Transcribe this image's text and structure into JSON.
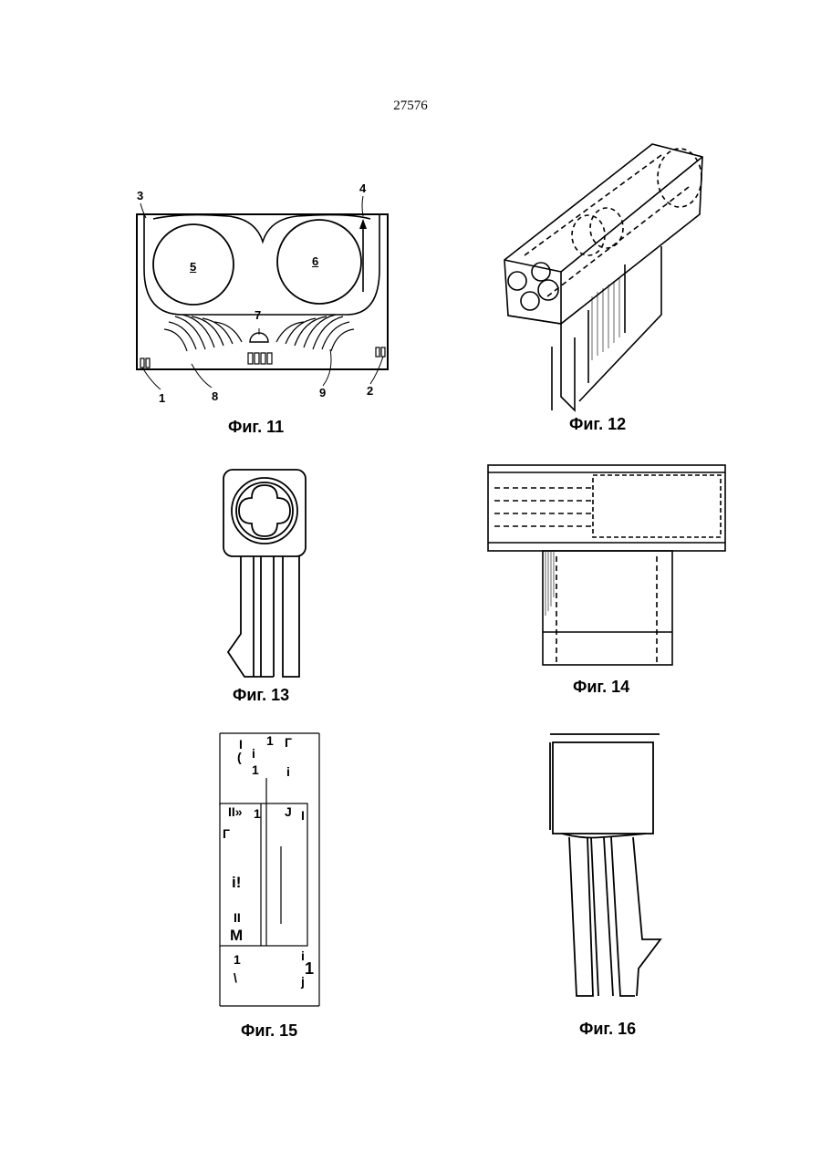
{
  "page_number": "27576",
  "figures": {
    "fig11": {
      "caption": "Фиг. 11",
      "callouts": [
        "1",
        "2",
        "3",
        "4",
        "5",
        "6",
        "7",
        "8",
        "9"
      ]
    },
    "fig12": {
      "caption": "Фиг. 12"
    },
    "fig13": {
      "caption": "Фиг. 13"
    },
    "fig14": {
      "caption": "Фиг. 14"
    },
    "fig15": {
      "caption": "Фиг. 15",
      "fragments": [
        "I",
        "(",
        "i",
        "1",
        "Г",
        "1",
        "i",
        "J",
        "II»",
        "1",
        "I",
        "Г",
        "i!",
        "II",
        "M",
        "1",
        "\\",
        "i",
        "1",
        "j"
      ]
    },
    "fig16": {
      "caption": "Фиг. 16"
    }
  }
}
